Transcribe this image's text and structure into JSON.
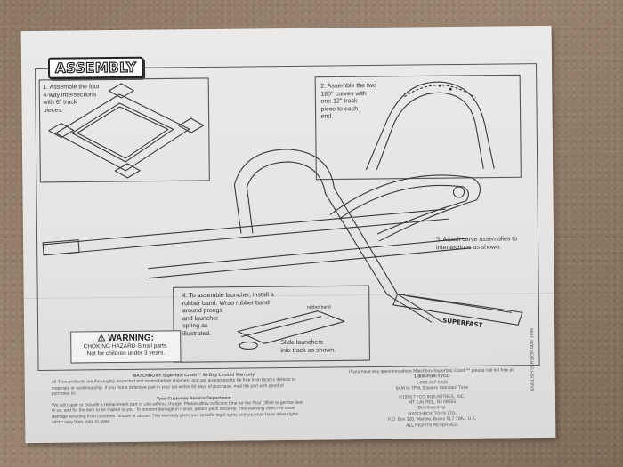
{
  "heading": "ASSEMBLY",
  "step1": [
    "1. Assemble the four",
    "4-way intersections",
    "with 6\" track",
    "pieces."
  ],
  "step2": [
    "2. Assemble the two",
    "180° curves with",
    "one 12\" track",
    "piece to each",
    "end."
  ],
  "step3": [
    "3. Attach curve assemblies to",
    "intersections as shown."
  ],
  "step4": [
    "4. To assemble launcher, install a",
    "rubber band. Wrap rubber band",
    "around prongs",
    "and launcher",
    "spring as",
    "illustrated."
  ],
  "step5": [
    "Slide launchers",
    "into track as shown."
  ],
  "warning": {
    "title": "WARNING:",
    "line1": "CHOKING HAZARD-Small parts.",
    "line2": "Not for children under 3 years."
  },
  "warranty_lines": [
    "MATCHBOX® Superfast Crash™ 90-Day Limited Warranty",
    "All Tyco products are thoroughly inspected and tested before shipment and are guaranteed to be free from factory defects in",
    "materials or workmanship. If you find a defective part in your set within 90 days of purchase, mail the part with proof of",
    "purchase to:",
    "Tyco Customer Service Department",
    "We will repair or provide a replacement part or unit without charge. Please allow sufficient time for the Post Office to get the item",
    "to us, and for the item to be mailed to you. To prevent damage in transit, please pack securely. This warranty does not cover",
    "damage resulting from customer misuse or abuse. This warranty gives you specific legal rights and you may have other rights",
    "which vary from state to state."
  ],
  "contact_lines": [
    "If you have any questions about Matchbox Superfast Crash™ please call toll free at:",
    "1-800-FOR-TYCO",
    "1-800-367-8926",
    "9AM to 7PM, Eastern Standard Time",
    "©1996 TYCO INDUSTRIES, INC.",
    "MT. LAUREL, NJ 08054",
    "Distributed by:",
    "MATCHBOX TOYS LTD.",
    "P.O. Box 320, Marlow, Bucks SL7 1WU, U.K.",
    "ALL RIGHTS RESERVED."
  ],
  "side_note": "ENGLISH VERSION MAY 1996",
  "track_label": "SUPERFAST",
  "callout_label": "rubber band",
  "colors": {
    "paper": "#e8e6e4",
    "line": "#333333",
    "rug": "#8a7462"
  }
}
